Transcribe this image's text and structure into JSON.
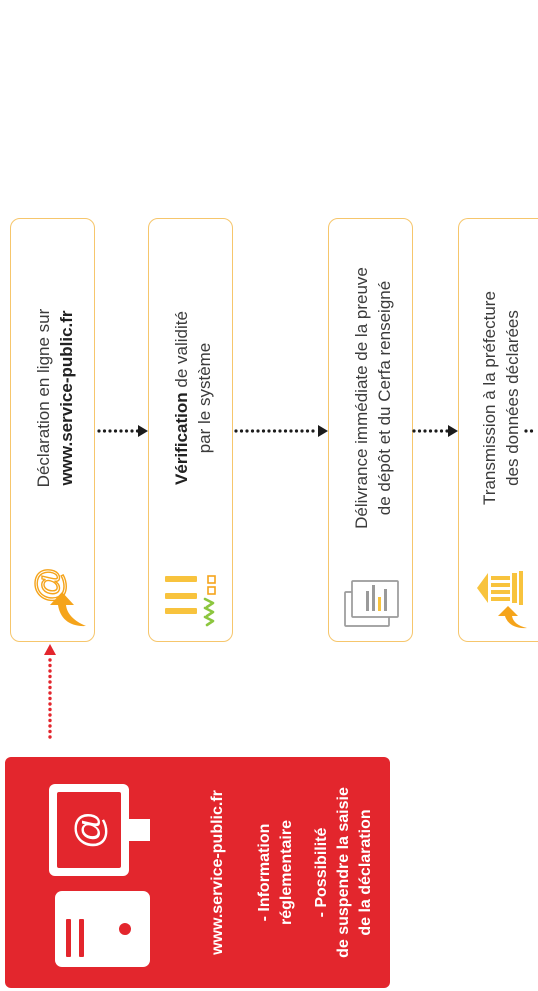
{
  "diagram": {
    "source": {
      "icon": "computer-icon",
      "screen_symbol": "@",
      "title": "www.service-public.fr",
      "items": [
        {
          "lines": [
            "- Information",
            "réglementaire"
          ]
        },
        {
          "lines": [
            "- Possibilité",
            "de suspendre la saisie",
            "de la déclaration"
          ]
        }
      ]
    },
    "steps": [
      {
        "icon": "at-sign-icon",
        "icon_symbol": "@",
        "line1": "Déclaration en ligne sur",
        "line2": "www.service-public.fr"
      },
      {
        "icon": "checklist-icon",
        "line1_bold": "Vérification",
        "line1": "de validité",
        "line2": "par le système"
      },
      {
        "icon": "document-chart-icon",
        "line1": "Délivrance immédiate de la preuve",
        "line2": "de dépôt et du Cerfa renseigné"
      },
      {
        "icon": "prefecture-building-icon",
        "line1": "Transmission à la préfecture",
        "line2": "des données déclarées"
      }
    ]
  },
  "colors": {
    "brand_red": "#e3262d",
    "box_border": "#f6c66c",
    "icon_orange": "#f5a41b",
    "icon_yellow": "#f8c33d",
    "check_green": "#8cc63f",
    "text": "#3b3b3b"
  }
}
